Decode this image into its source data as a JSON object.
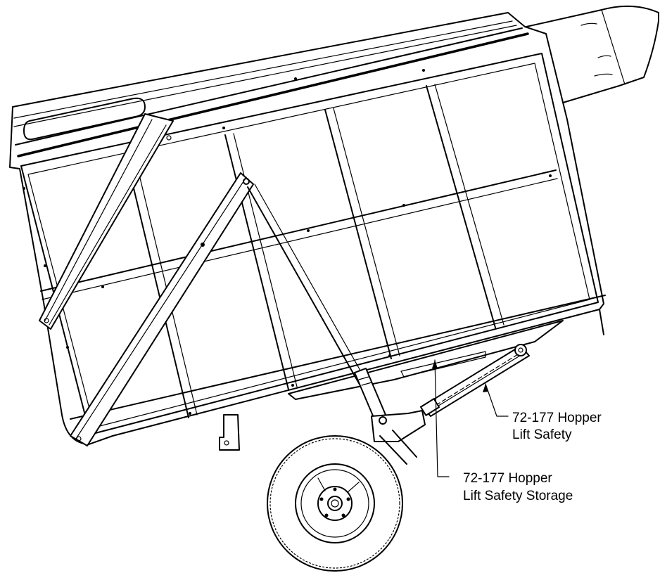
{
  "callouts": [
    {
      "id": "lift-safety",
      "line1": "72-177 Hopper",
      "line2": "Lift Safety"
    },
    {
      "id": "lift-safety-storage",
      "line1": "72-177 Hopper",
      "line2": "Lift Safety Storage"
    }
  ]
}
